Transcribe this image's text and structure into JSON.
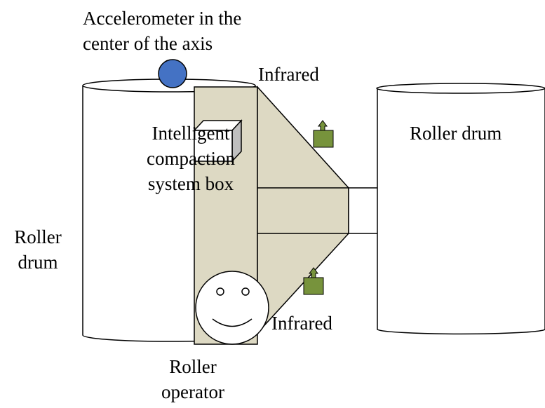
{
  "labels": {
    "accelerometer": [
      "Accelerometer in the",
      "center of the axis"
    ],
    "infrared_top": "Infrared",
    "infrared_bottom": "Infrared",
    "roller_drum_right": "Roller drum",
    "roller_drum_left": [
      "Roller",
      "drum"
    ],
    "ic_box": [
      "Intelligent",
      "compaction",
      "system box"
    ],
    "operator": [
      "Roller",
      "operator"
    ]
  },
  "colors": {
    "frame_fill": "#ddd9c3",
    "sensor_fill": "#77933c",
    "accelerometer_fill": "#4472c4",
    "box_side_fill": "#bfbfbf",
    "stroke": "#000000"
  },
  "icons": {
    "accelerometer": "blue-sphere",
    "infrared_sensor": "green-arrow-block",
    "ic_box": "3d-cube",
    "operator": "smiley-face"
  }
}
